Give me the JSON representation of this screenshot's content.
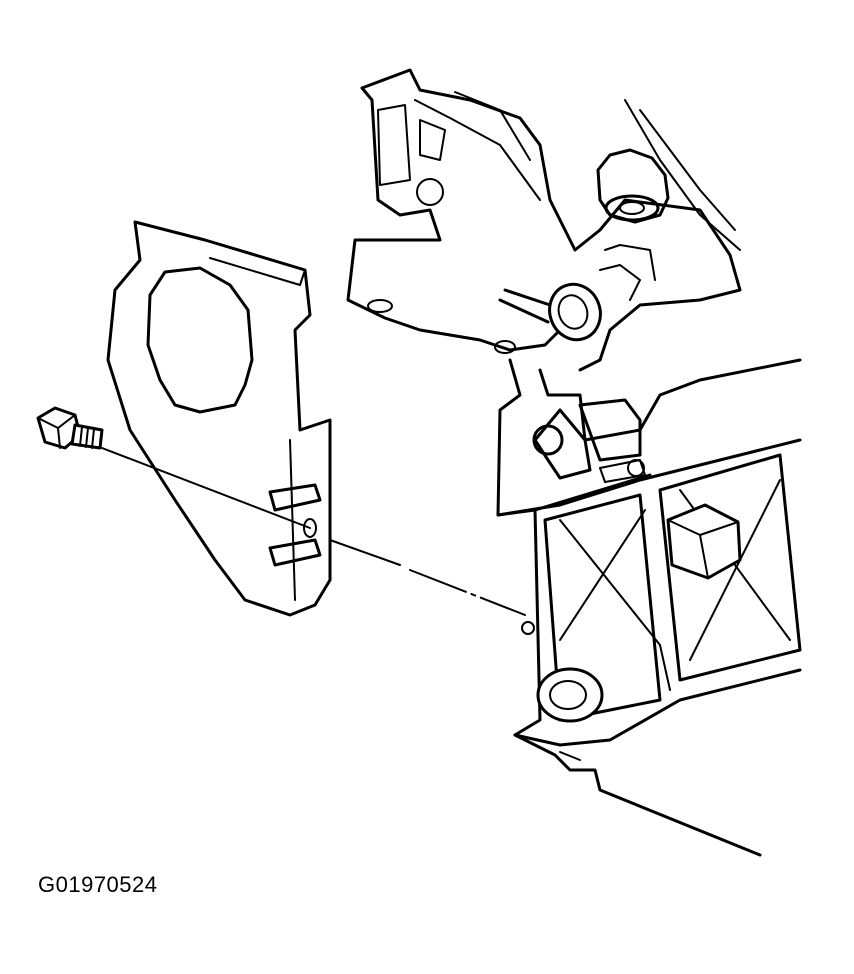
{
  "figure": {
    "id_label": "G01970524",
    "ink_color": "#000000",
    "background_color": "#ffffff"
  },
  "parts": {
    "bolt": "bolt",
    "cover": "timing-cover",
    "engine": "engine-block"
  }
}
